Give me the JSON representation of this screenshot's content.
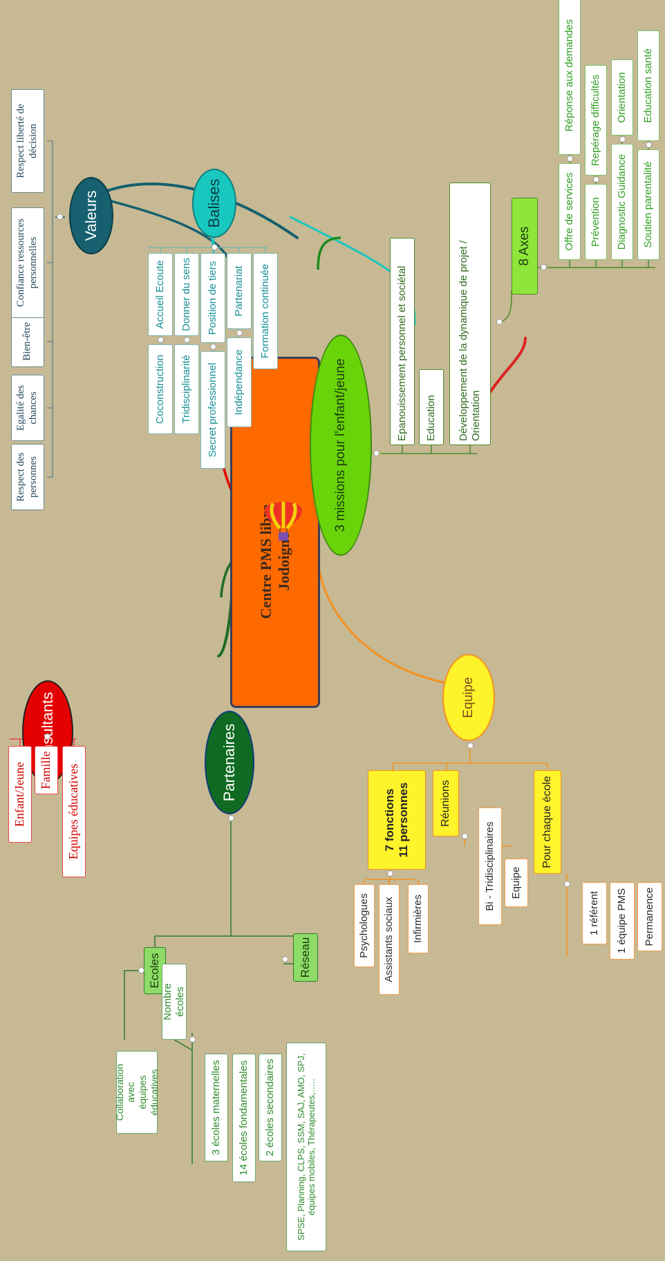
{
  "colors": {
    "background": "#c6b994",
    "central_fill": "#ff6a00",
    "central_border": "#3c3c5a",
    "valeurs": "#16606f",
    "balises": "#18c8bf",
    "balises_text": "#168f95",
    "missions": "#6ad40a",
    "axes": "#8ee63b",
    "axes_text": "#2f9f22",
    "consultants": "#e40000",
    "partenaires": "#106a22",
    "partenaires_text": "#2e8a2e",
    "equipe_fill": "#fff32c",
    "equipe_line": "#f4911e"
  },
  "central": {
    "title": "Centre PMS libre\nJodoigne",
    "icon": "hot-air-balloon-icon"
  },
  "valeurs": {
    "label": "Valeurs",
    "items": [
      "Respect des\npersonnes",
      "Egalité des\nchances",
      "Bien-être",
      "Confiance ressources\npersonnelles",
      "Respect liberté de\ndécision"
    ]
  },
  "balises": {
    "label": "Balises",
    "items": [
      "Accueil Ecoute",
      "Coconstruction",
      "Donner du sens",
      "Tridisciplinarité",
      "Position de tiers",
      "Secret professionnel",
      "Partenariat",
      "Indépendance",
      "Formation continuée"
    ]
  },
  "missions": {
    "label": "3 missions pour l'enfant/jeune",
    "items": [
      "Epanouissement personnel et sociétal",
      "Education",
      "Développement de la dynamique de projet /\nOrientation"
    ]
  },
  "axes": {
    "label": "8 Axes",
    "items": [
      "Offre de services",
      "Réponse aux demandes",
      "Prévention",
      "Repérage difficultés",
      "Diagnostic Guidance",
      "Orientation",
      "Soutien parentalité",
      "Education santé"
    ]
  },
  "consultants": {
    "label": "Consultants",
    "items": [
      "Enfant/Jeune",
      "Famille",
      "Equipes éducatives"
    ]
  },
  "partenaires": {
    "label": "Partenaires",
    "ecoles": {
      "label": "Ecoles",
      "collaboration": "Collaboration avec\néquipes éducatives",
      "nombre": "Nombre écoles",
      "counts": [
        "3 écoles maternelles",
        "14 écoles fondamentales",
        "2 écoles secondaires"
      ]
    },
    "reseau": {
      "label": "Réseau",
      "items": "SPSE, Planning, CLPS, SSM, SAJ, AMO, SPJ,\néquipes mobiles, Thérapeutes,….."
    }
  },
  "equipe": {
    "label": "Equipe",
    "fonctions": {
      "label": "7 fonctions\n11 personnes",
      "items": [
        "Psychologues",
        "Assistants sociaux",
        "Infirmières"
      ]
    },
    "reunions": {
      "label": "Réunions",
      "items": [
        "Bi - Tridisciplinaires",
        "Equipe"
      ]
    },
    "ecole": {
      "label": "Pour chaque école",
      "items": [
        "1 référent",
        "1 équipe PMS",
        "Permanence"
      ]
    }
  }
}
